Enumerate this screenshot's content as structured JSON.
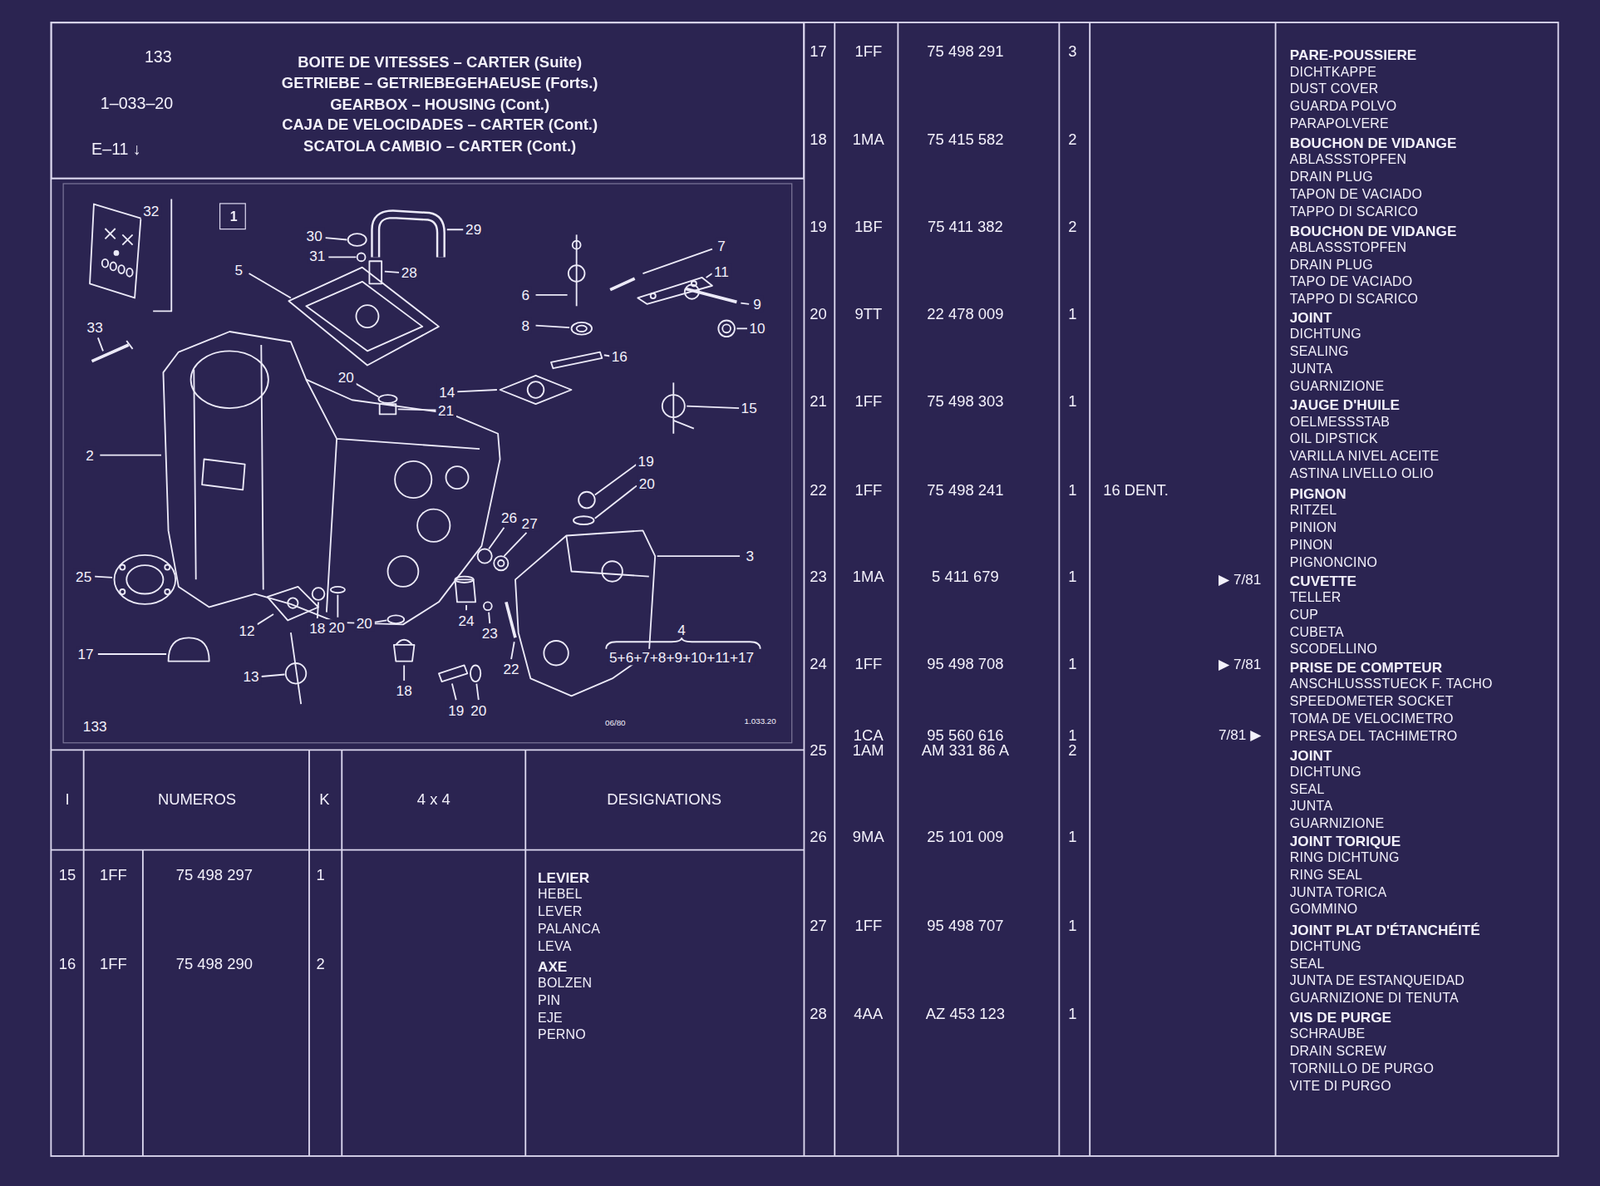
{
  "diagram": {
    "nodes": [
      {
        "text": [
          "133",
          "1–033–20",
          "E–11 ↓",
          "BOITE DE VITESSES – CARTER (Suite)",
          "GETRIEBE – GETRIEBEGEHAEUSE (Forts.)",
          "GEARBOX – HOUSING (Cont.)",
          "CAJA DE VELOCIDADES – CARTER (Cont.)",
          "SCATOLA CAMBIO – CARTER (Cont.)"
        ]
      },
      {
        "text": [
          "1"
        ]
      }
    ],
    "labels": [
      "32",
      "33",
      "30",
      "31",
      "29",
      "28",
      "5",
      "7",
      "11",
      "9",
      "6",
      "8",
      "10",
      "16",
      "20",
      "14",
      "21",
      "15",
      "2",
      "19",
      "20",
      "26",
      "27",
      "3",
      "25",
      "12",
      "18",
      "20",
      "20",
      "24",
      "23",
      "22",
      "17",
      "13",
      "18",
      "19",
      "20",
      "4",
      "5+6+7+8+9+10+11+17",
      "133",
      "06/80",
      "1.033.20",
      "I",
      "NUMEROS",
      "K",
      "4 x 4",
      "DESIGNATIONS",
      "15",
      "1FF",
      "75 498 297",
      "1",
      "LEVIER",
      "HEBEL",
      "LEVER",
      "PALANCA",
      "LEVA",
      "16",
      "1FF",
      "75 498 290",
      "2",
      "AXE",
      "BOLZEN",
      "PIN",
      "EJE",
      "PERNO",
      "17",
      "1FF",
      "75 498 291",
      "3",
      "PARE-POUSSIERE",
      "DICHTKAPPE",
      "DUST COVER",
      "GUARDA POLVO",
      "PARAPOLVERE",
      "18",
      "1MA",
      "75 415 582",
      "2",
      "BOUCHON DE VIDANGE",
      "ABLASSSTOPFEN",
      "DRAIN PLUG",
      "TAPON DE VACIADO",
      "TAPPO DI SCARICO",
      "19",
      "1BF",
      "75 411 382",
      "2",
      "BOUCHON DE VIDANGE",
      "ABLASSSTOPFEN",
      "DRAIN PLUG",
      "TAPO DE VACIADO",
      "TAPPO DI SCARICO",
      "20",
      "9TT",
      "22 478 009",
      "1",
      "JOINT",
      "DICHTUNG",
      "SEALING",
      "JUNTA",
      "GUARNIZIONE",
      "21",
      "1FF",
      "75 498 303",
      "1",
      "JAUGE D'HUILE",
      "OELMESSSTAB",
      "OIL DIPSTICK",
      "VARILLA NIVEL ACEITE",
      "ASTINA LIVELLO OLIO",
      "22",
      "1FF",
      "75 498 241",
      "1",
      "16 DENT.",
      "PIGNON",
      "RITZEL",
      "PINION",
      "PINON",
      "PIGNONCINO",
      "23",
      "1MA",
      "5 411 679",
      "1",
      "▶ 7/81",
      "CUVETTE",
      "TELLER",
      "CUP",
      "CUBETA",
      "SCODELLINO",
      "24",
      "1FF",
      "95 498 708",
      "1",
      "▶ 7/81",
      "PRISE DE COMPTEUR",
      "ANSCHLUSSSTUECK F. TACHO",
      "SPEEDOMETER SOCKET",
      "TOMA DE VELOCIMETRO",
      "PRESA DEL TACHIMETRO",
      "25",
      "1CA",
      "95 560 616",
      "1",
      "1AM",
      "AM 331 86 A",
      "2",
      "7/81 ▶",
      "JOINT",
      "DICHTUNG",
      "SEAL",
      "JUNTA",
      "GUARNIZIONE",
      "26",
      "9MA",
      "25 101 009",
      "1",
      "JOINT TORIQUE",
      "RING DICHTUNG",
      "RING SEAL",
      "JUNTA TORICA",
      "GOMMINO",
      "27",
      "1FF",
      "95 498 707",
      "1",
      "JOINT PLAT D'ÉTANCHÉITÉ",
      "DICHTUNG",
      "SEAL",
      "JUNTA DE ESTANQUEIDAD",
      "GUARNIZIONE DI TENUTA",
      "28",
      "4AA",
      "AZ 453 123",
      "1",
      "VIS DE PURGE",
      "SCHRAUBE",
      "DRAIN SCREW",
      "TORNILLO DE PURGO",
      "VITE DI PURGO"
    ]
  }
}
